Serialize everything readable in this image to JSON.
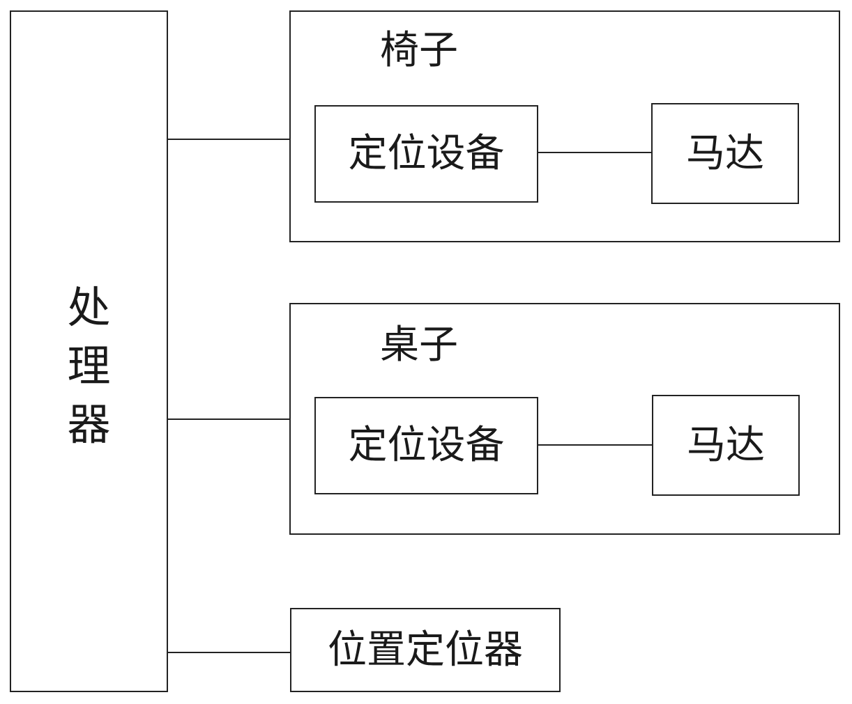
{
  "processor": {
    "chars": [
      "处",
      "理",
      "器"
    ]
  },
  "chair": {
    "title": "椅子",
    "positioning_device": "定位设备",
    "motor": "马达"
  },
  "table": {
    "title": "桌子",
    "positioning_device": "定位设备",
    "motor": "马达"
  },
  "position_locator": {
    "label": "位置定位器"
  }
}
